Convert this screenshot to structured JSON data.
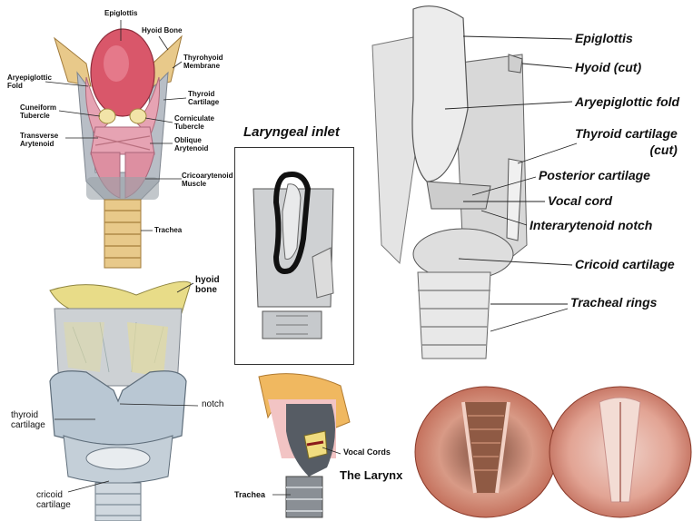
{
  "top_left": {
    "labels": {
      "epiglottis": "Epiglottis",
      "hyoid_bone": "Hyoid Bone",
      "thyrohyoid_membrane": "Thyrohyoid\nMembrane",
      "aryepiglottic_fold": "Aryepiglottic\nFold",
      "thyroid_cartilage": "Thyroid\nCartilage",
      "cuneiform_tubercle": "Cuneiform\nTubercle",
      "corniculate_tubercle": "Corniculate\nTubercle",
      "transverse_arytenoid": "Transverse\nArytenoid",
      "oblique_arytenoid": "Oblique\nArytenoid",
      "cricoarytenoid_muscle": "Cricoarytenoid\nMuscle",
      "trachea": "Trachea"
    }
  },
  "bottom_left": {
    "labels": {
      "hyoid_bone": "hyoid\nbone",
      "notch": "notch",
      "thyroid_cartilage": "thyroid\ncartilage",
      "cricoid_cartilage": "cricoid\ncartilage"
    }
  },
  "center": {
    "title": "Laryngeal inlet",
    "labels": {
      "vocal_cords": "Vocal Cords",
      "the_larynx": "The Larynx",
      "trachea": "Trachea"
    }
  },
  "right": {
    "labels": {
      "epiglottis": "Epiglottis",
      "hyoid_cut": "Hyoid (cut)",
      "aryepiglottic_fold": "Aryepiglottic fold",
      "thyroid_cartilage_cut": "Thyroid cartilage\n(cut)",
      "posterior_cartilage": "Posterior cartilage",
      "vocal_cord": "Vocal cord",
      "interarytenoid_notch": "Interarytenoid notch",
      "cricoid_cartilage": "Cricoid cartilage",
      "tracheal_rings": "Tracheal rings"
    }
  },
  "colors": {
    "epiglottis_red": "#d9576a",
    "muscle_pink": "#e6a3b3",
    "hyoid_yellow": "#e8dc88",
    "bone_tan": "#e8c98a",
    "cartilage_blue": "#b9c7d3",
    "tissue_pink": "#e8a88e"
  }
}
